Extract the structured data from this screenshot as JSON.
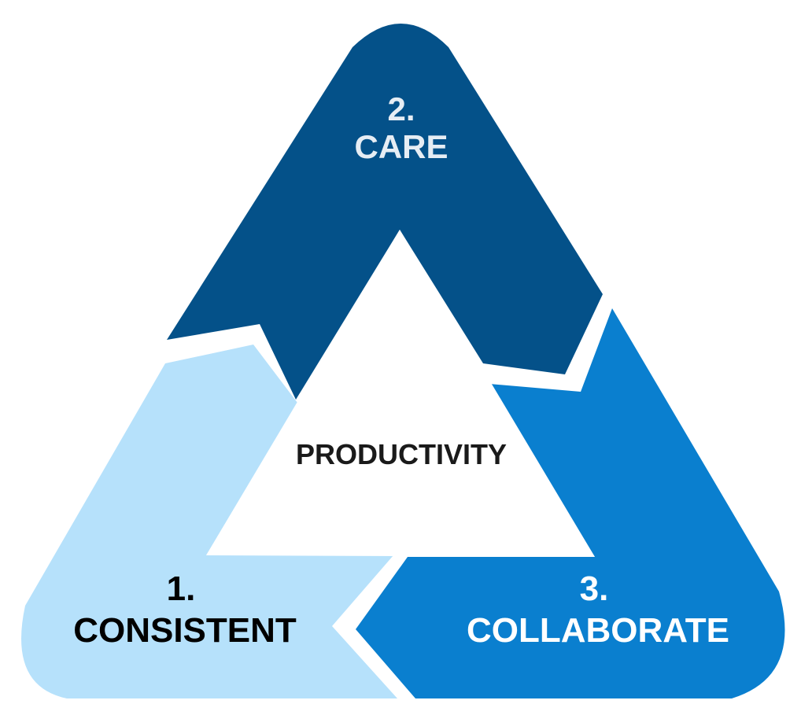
{
  "diagram": {
    "center_label": "PRODUCTIVITY",
    "segments": [
      {
        "number": "2.",
        "label": "CARE",
        "color": "#045189",
        "text_color": "#e6edf4"
      },
      {
        "number": "1.",
        "label": "CONSISTENT",
        "color": "#b6e1fb",
        "text_color": "#000000"
      },
      {
        "number": "3.",
        "label": "COLLABORATE",
        "color": "#0a7fcf",
        "text_color": "#ffffff"
      }
    ],
    "center_color": "#ffffff",
    "center_text_color": "#1a1a1a"
  }
}
